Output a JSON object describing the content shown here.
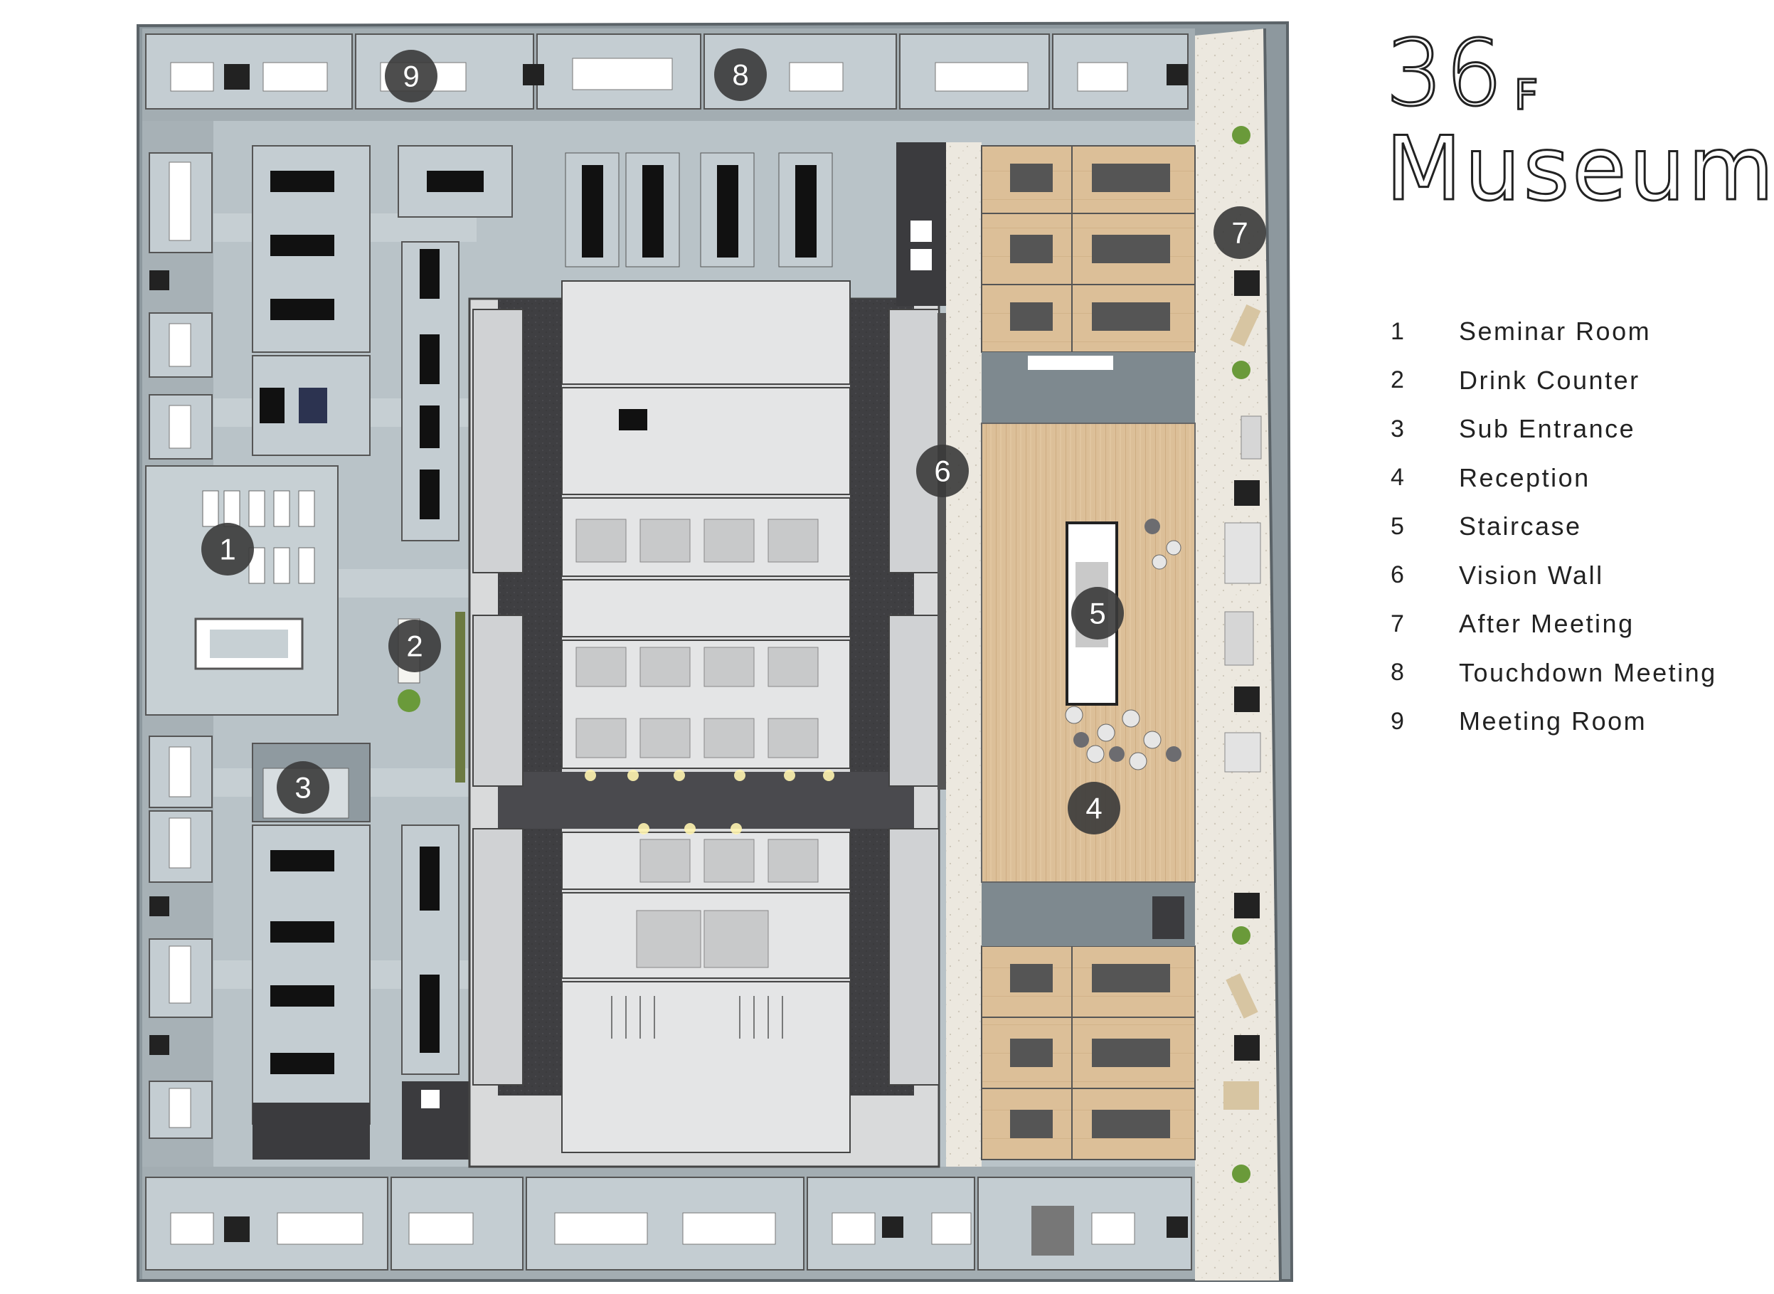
{
  "title": {
    "floor_number": "36",
    "floor_unit": "F",
    "name": "Museum"
  },
  "legend": [
    {
      "num": "1",
      "label": "Seminar Room"
    },
    {
      "num": "2",
      "label": "Drink Counter"
    },
    {
      "num": "3",
      "label": "Sub Entrance"
    },
    {
      "num": "4",
      "label": "Reception"
    },
    {
      "num": "5",
      "label": "Staircase"
    },
    {
      "num": "6",
      "label": "Vision Wall"
    },
    {
      "num": "7",
      "label": "After Meeting"
    },
    {
      "num": "8",
      "label": "Touchdown Meeting"
    },
    {
      "num": "9",
      "label": "Meeting Room"
    }
  ],
  "markers": [
    {
      "id": "marker-1",
      "label": "1"
    },
    {
      "id": "marker-2",
      "label": "2"
    },
    {
      "id": "marker-3",
      "label": "3"
    },
    {
      "id": "marker-4",
      "label": "4"
    },
    {
      "id": "marker-5",
      "label": "5"
    },
    {
      "id": "marker-6",
      "label": "6"
    },
    {
      "id": "marker-7",
      "label": "7"
    },
    {
      "id": "marker-8",
      "label": "8"
    },
    {
      "id": "marker-9",
      "label": "9"
    }
  ],
  "colors": {
    "floor_grey": "#b9c3c8",
    "perimeter": "#8d989e",
    "core_dark": "#3b3b3e",
    "core_light": "#d9dadb",
    "wood": "#dcbf98",
    "terrazzo": "#ece8df",
    "marker": "#3a3a3a",
    "navy_chair": "#2c3350"
  }
}
